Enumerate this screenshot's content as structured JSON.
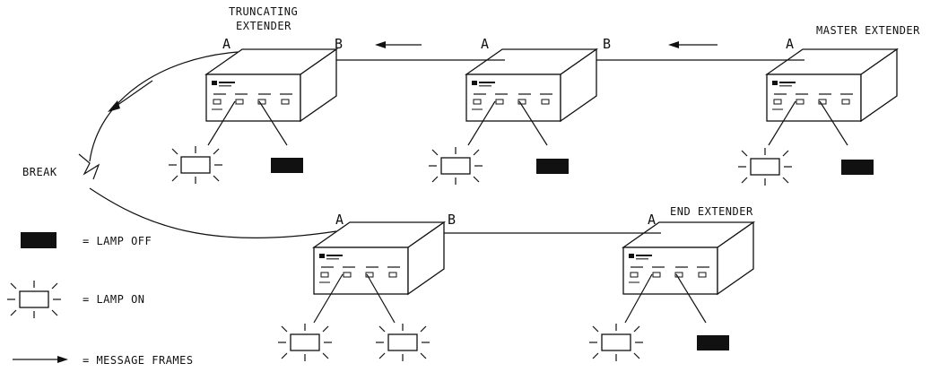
{
  "labels": {
    "truncating_line1": "TRUNCATING",
    "truncating_line2": "EXTENDER",
    "master": "MASTER EXTENDER",
    "end": "END EXTENDER",
    "break": "BREAK"
  },
  "ports": {
    "a": "A",
    "b": "B"
  },
  "legend": {
    "lamp_off": "= LAMP OFF",
    "lamp_on": "= LAMP ON",
    "message_frames": "= MESSAGE FRAMES"
  },
  "colors": {
    "ink": "#111111",
    "lamp_off_fill": "#111111",
    "background": "#ffffff"
  },
  "devices": [
    {
      "id": "truncating",
      "lamps": [
        "on",
        "off"
      ]
    },
    {
      "id": "middle",
      "lamps": [
        "on",
        "off"
      ]
    },
    {
      "id": "master",
      "lamps": [
        "on",
        "off"
      ]
    },
    {
      "id": "bottom-left",
      "lamps": [
        "on",
        "on"
      ]
    },
    {
      "id": "end",
      "lamps": [
        "on",
        "off"
      ]
    }
  ]
}
